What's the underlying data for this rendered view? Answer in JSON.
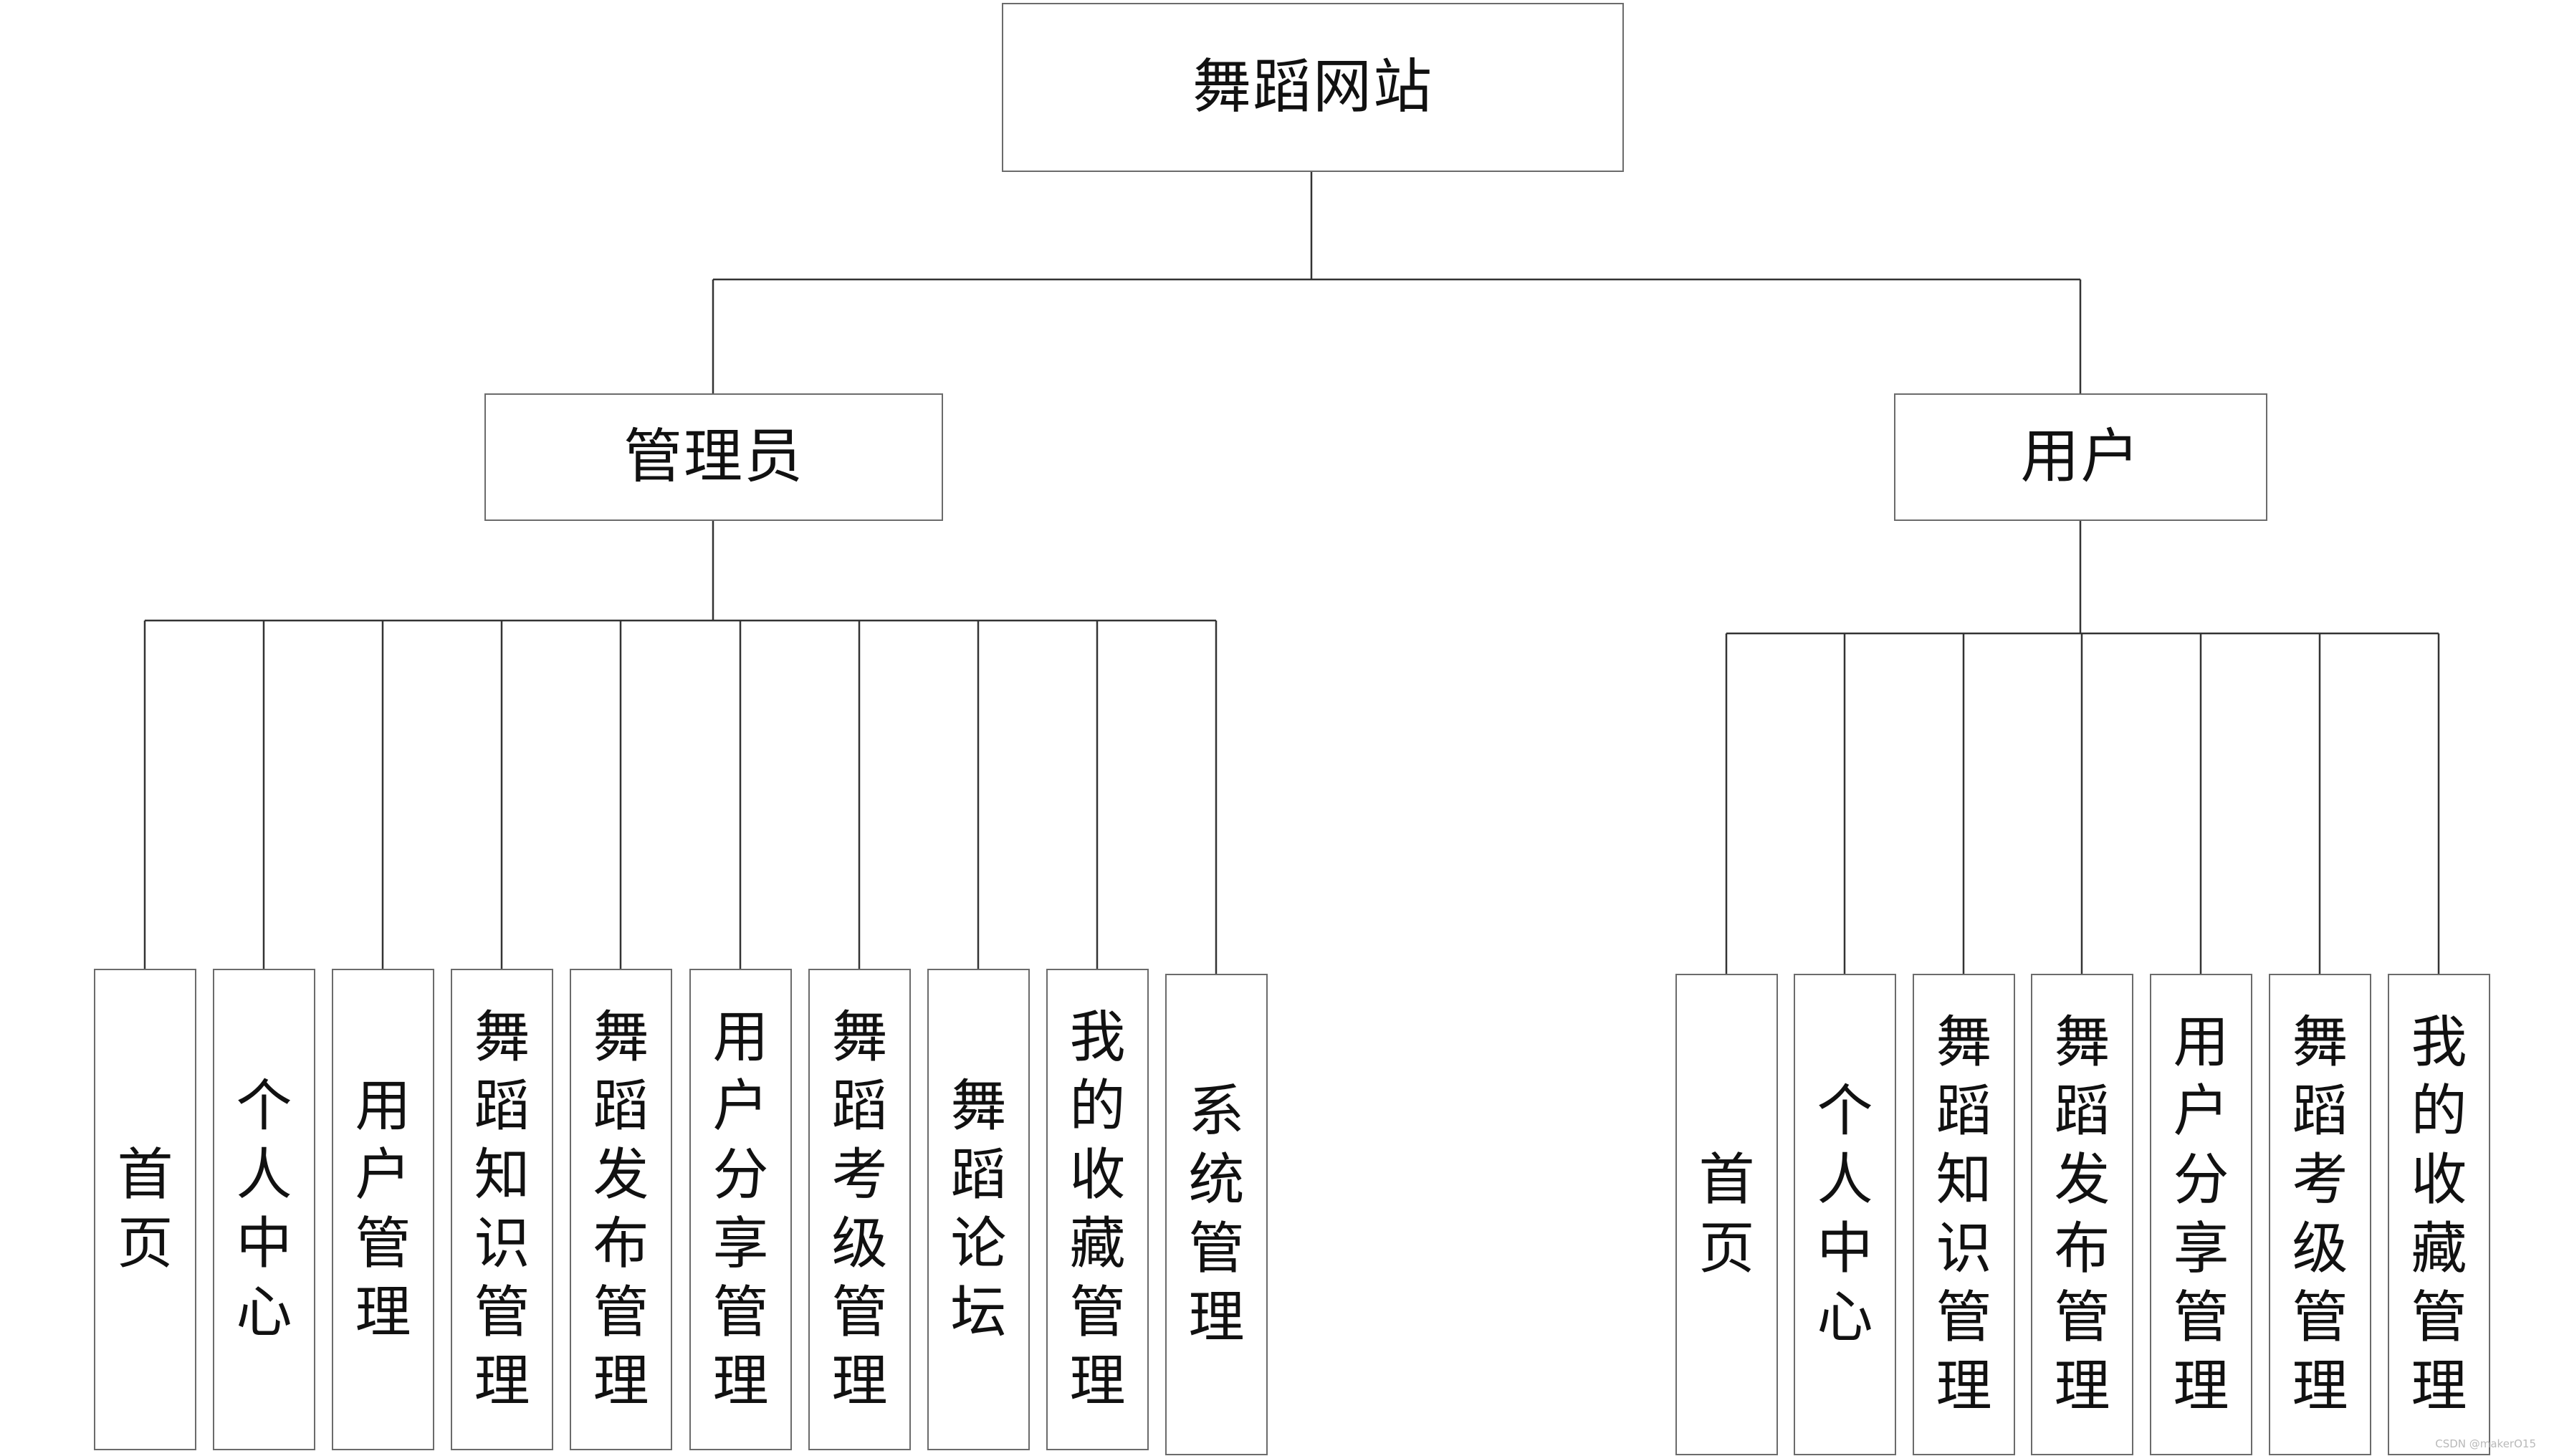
{
  "root": {
    "label": "舞蹈网站"
  },
  "branches": [
    {
      "label": "管理员",
      "items": [
        "首页",
        "个人中心",
        "用户管理",
        "舞蹈知识管理",
        "舞蹈发布管理",
        "用户分享管理",
        "舞蹈考级管理",
        "舞蹈论坛",
        "我的收藏管理",
        "系统管理"
      ]
    },
    {
      "label": "用户",
      "items": [
        "首页",
        "个人中心",
        "舞蹈知识管理",
        "舞蹈发布管理",
        "用户分享管理",
        "舞蹈考级管理",
        "我的收藏管理"
      ]
    }
  ],
  "credit": "CSDN @makerO15"
}
